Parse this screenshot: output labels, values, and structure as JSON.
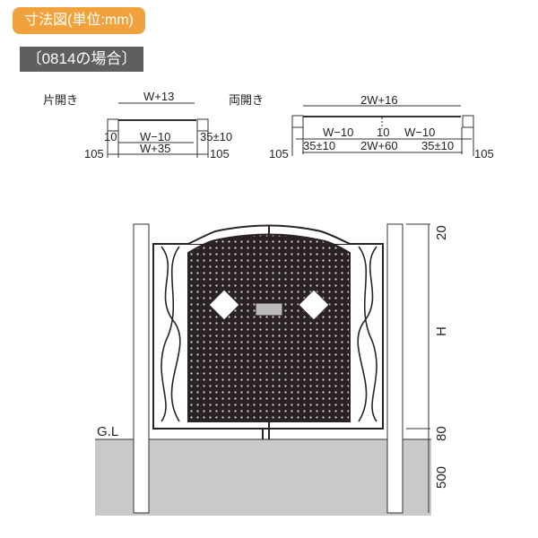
{
  "header": {
    "title": "寸法図(単位:mm)",
    "case_label": "〔0814の場合〕"
  },
  "single": {
    "label": "片開き",
    "top": "W+13",
    "inner": "W−10",
    "left_gap": "10",
    "right_gap": "35±10",
    "overall": "W+35",
    "left_post": "105",
    "right_post": "105"
  },
  "double": {
    "label": "両開き",
    "top": "2W+16",
    "left_inner": "W−10",
    "center_gap": "10",
    "right_inner": "W−10",
    "left_gap": "35±10",
    "overall": "2W+60",
    "right_gap": "35±10",
    "left_post": "105",
    "right_post": "105"
  },
  "elevation": {
    "ground_label": "G.L",
    "dim_top": "20",
    "dim_height": "H",
    "dim_bottom": "80",
    "dim_foundation": "500"
  },
  "colors": {
    "badge": "#f0a33c",
    "case": "#5f5f5f",
    "ground": "#c9c9c9",
    "gate": "#2a2224"
  }
}
